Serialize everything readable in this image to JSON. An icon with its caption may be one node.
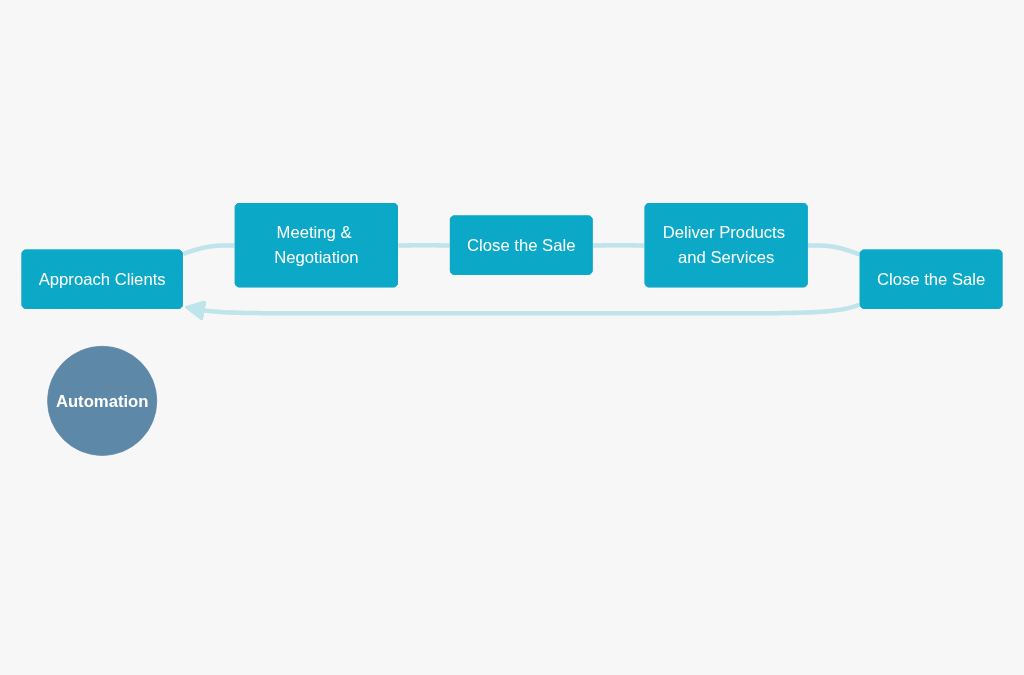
{
  "diagram": {
    "nodes": [
      {
        "text": [
          "Approach Clients"
        ]
      },
      {
        "text": [
          "Meeting & Negotiation"
        ]
      },
      {
        "text": [
          "Close the Sale"
        ]
      },
      {
        "text": [
          "Deliver Products and Services"
        ]
      },
      {
        "text": [
          "Close the Sale"
        ]
      },
      {
        "text": [
          "Automation"
        ]
      }
    ],
    "edges": [
      {
        "from": 0,
        "to": 1,
        "arrow": "none"
      },
      {
        "from": 1,
        "to": 2,
        "arrow": "none"
      },
      {
        "from": 2,
        "to": 3,
        "arrow": "none"
      },
      {
        "from": 3,
        "to": 4,
        "arrow": "none"
      },
      {
        "from": 4,
        "to": 0,
        "arrow": "to"
      }
    ]
  }
}
